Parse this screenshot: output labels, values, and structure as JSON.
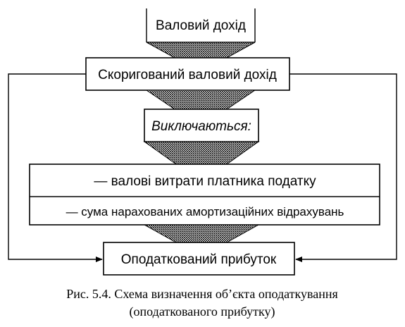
{
  "diagram": {
    "top_box": "Валовий дохід",
    "adjusted_box": "Скоригований валовий дохід",
    "excluded_box": "Виключаються:",
    "excluded_items": [
      "— валові витрати платника податку",
      "— сума нарахованих амортизаційних відрахувань"
    ],
    "result_box": "Оподаткований прибуток"
  },
  "caption": {
    "line1": "Рис. 5.4. Схема визначення об’єкта оподаткування",
    "line2": "(оподаткованого прибутку)"
  }
}
